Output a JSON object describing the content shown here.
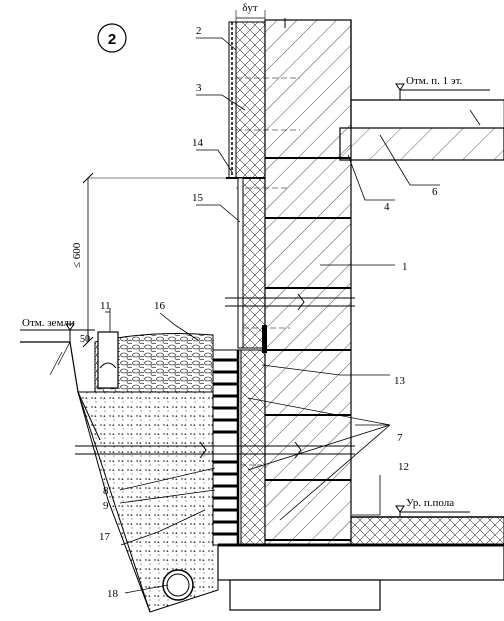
{
  "figure": {
    "number": "2",
    "dim_label": "δут",
    "height_label": "≤ 600",
    "dim_50": "50",
    "levels": {
      "floor1": "Отм. п. 1 эт.",
      "ground": "Отм. земли",
      "floor": "Ур. п.пола"
    },
    "callouts": [
      "1",
      "2",
      "3",
      "4",
      "6",
      "7",
      "8",
      "9",
      "11",
      "12",
      "13",
      "14",
      "15",
      "16",
      "17",
      "18"
    ]
  }
}
